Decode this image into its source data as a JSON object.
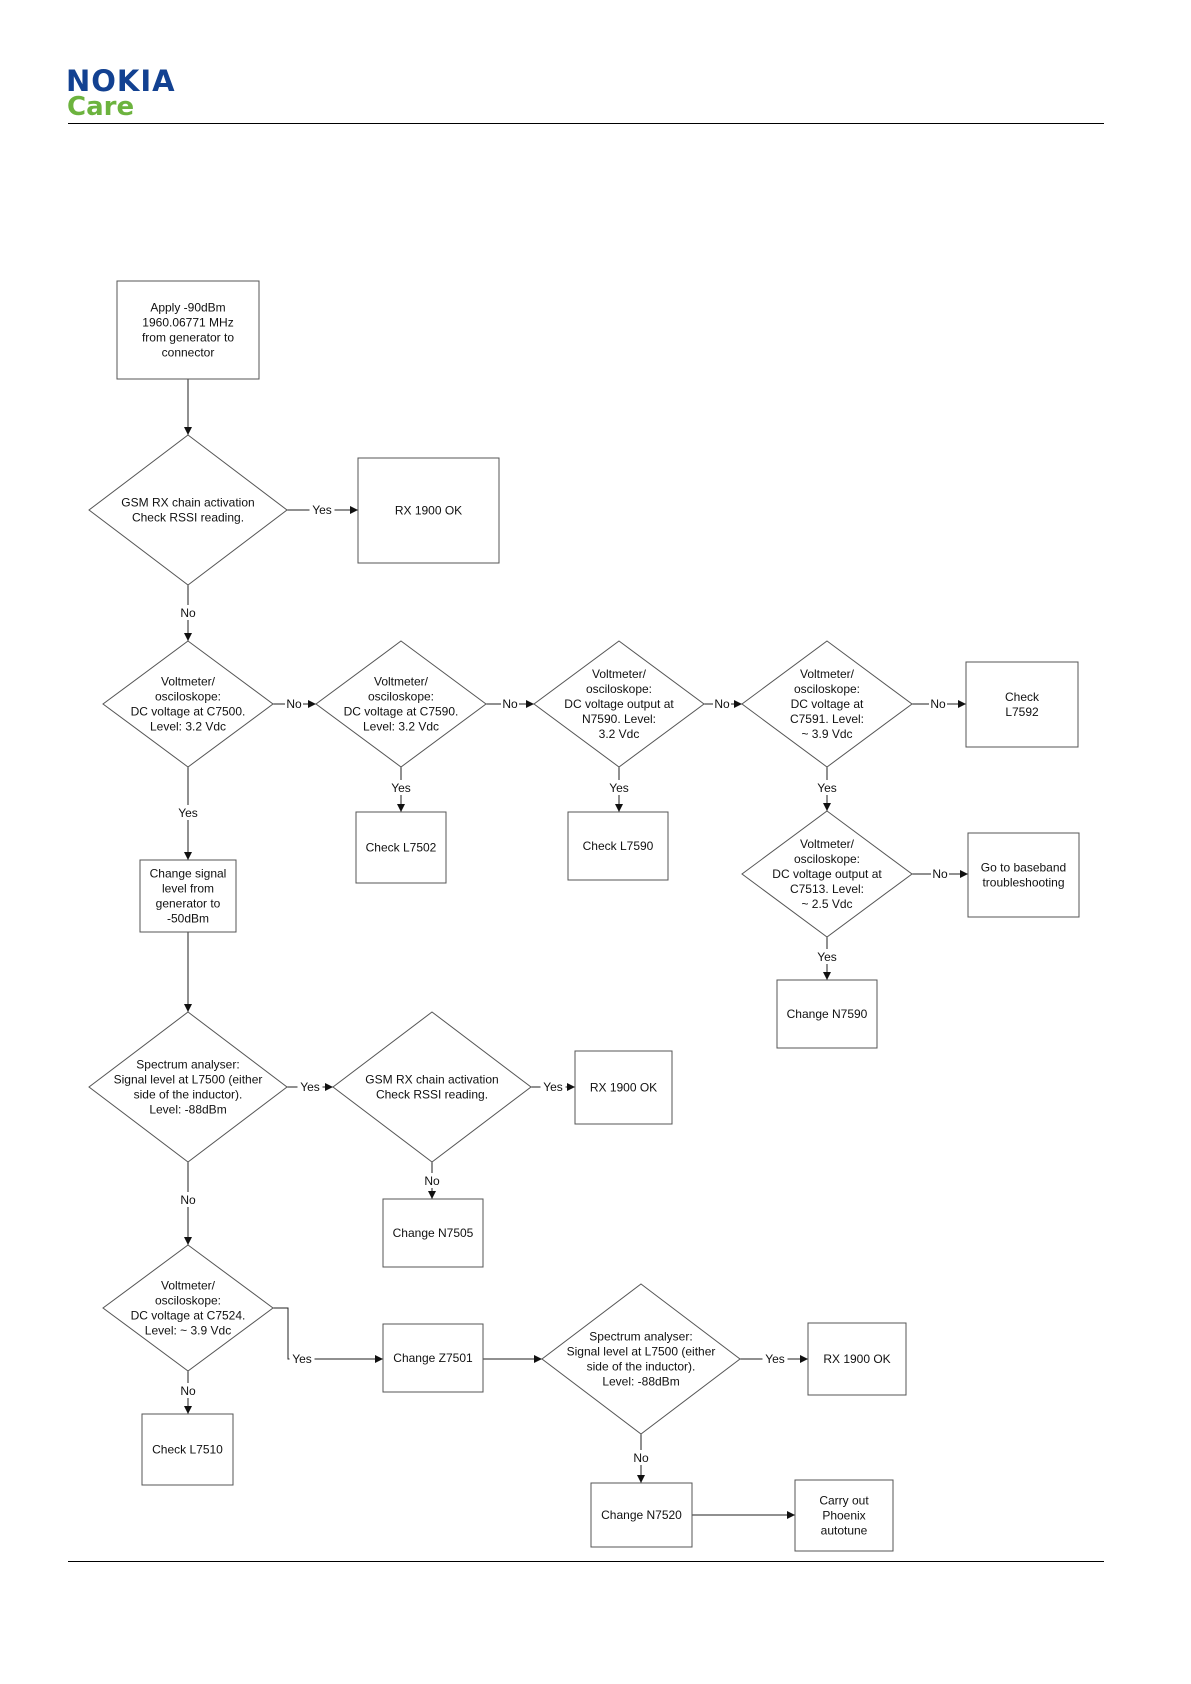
{
  "header": {
    "brand": "NOKIA",
    "sub_brand": "Care",
    "brand_color": "#124191",
    "sub_brand_color": "#6cb33e"
  },
  "flowchart": {
    "nodes": [
      {
        "id": "n1",
        "shape": "rect",
        "lines": [
          "Apply -90dBm",
          "1960.06771 MHz",
          "from generator to",
          "connector"
        ]
      },
      {
        "id": "d1",
        "shape": "diamond",
        "lines": [
          "GSM RX chain activation",
          "Check RSSI reading."
        ]
      },
      {
        "id": "ok1",
        "shape": "rect",
        "lines": [
          "RX 1900 OK"
        ]
      },
      {
        "id": "d2",
        "shape": "diamond",
        "lines": [
          "Voltmeter/",
          "osciloskope:",
          "DC voltage at C7500.",
          "Level: 3.2 Vdc"
        ]
      },
      {
        "id": "d3",
        "shape": "diamond",
        "lines": [
          "Voltmeter/",
          "osciloskope:",
          "DC voltage at C7590.",
          "Level: 3.2 Vdc"
        ]
      },
      {
        "id": "d4",
        "shape": "diamond",
        "lines": [
          "Voltmeter/",
          "osciloskope:",
          "DC voltage output at",
          "N7590. Level:",
          "3.2 Vdc"
        ]
      },
      {
        "id": "d5",
        "shape": "diamond",
        "lines": [
          "Voltmeter/",
          "osciloskope:",
          "DC voltage at",
          "C7591. Level:",
          "~ 3.9 Vdc"
        ]
      },
      {
        "id": "r5",
        "shape": "rect",
        "lines": [
          "Check",
          "L7592"
        ]
      },
      {
        "id": "r3",
        "shape": "rect",
        "lines": [
          "Check L7502"
        ]
      },
      {
        "id": "r4",
        "shape": "rect",
        "lines": [
          "Check L7590"
        ]
      },
      {
        "id": "d6",
        "shape": "diamond",
        "lines": [
          "Voltmeter/",
          "osciloskope:",
          "DC voltage output at",
          "C7513. Level:",
          "~ 2.5 Vdc"
        ]
      },
      {
        "id": "r6",
        "shape": "rect",
        "lines": [
          "Go to baseband",
          "troubleshooting"
        ]
      },
      {
        "id": "r7",
        "shape": "rect",
        "lines": [
          "Change N7590"
        ]
      },
      {
        "id": "r2",
        "shape": "rect",
        "lines": [
          "Change signal",
          "level from",
          "generator to",
          "-50dBm"
        ]
      },
      {
        "id": "d7",
        "shape": "diamond",
        "lines": [
          "Spectrum analyser:",
          "Signal level at L7500 (either",
          "side of the inductor).",
          "Level: -88dBm"
        ]
      },
      {
        "id": "d8",
        "shape": "diamond",
        "lines": [
          "GSM RX chain activation",
          "Check RSSI reading."
        ]
      },
      {
        "id": "ok2",
        "shape": "rect",
        "lines": [
          "RX 1900 OK"
        ]
      },
      {
        "id": "r8",
        "shape": "rect",
        "lines": [
          "Change N7505"
        ]
      },
      {
        "id": "d9",
        "shape": "diamond",
        "lines": [
          "Voltmeter/",
          "osciloskope:",
          "DC voltage at C7524.",
          "Level: ~ 3.9 Vdc"
        ]
      },
      {
        "id": "r9",
        "shape": "rect",
        "lines": [
          "Check L7510"
        ]
      },
      {
        "id": "r10",
        "shape": "rect",
        "lines": [
          "Change Z7501"
        ]
      },
      {
        "id": "d10",
        "shape": "diamond",
        "lines": [
          "Spectrum analyser:",
          "Signal level at L7500 (either",
          "side of the inductor).",
          "Level: -88dBm"
        ]
      },
      {
        "id": "ok3",
        "shape": "rect",
        "lines": [
          "RX 1900 OK"
        ]
      },
      {
        "id": "r11",
        "shape": "rect",
        "lines": [
          "Change N7520"
        ]
      },
      {
        "id": "r12",
        "shape": "rect",
        "lines": [
          "Carry out",
          "Phoenix",
          "autotune"
        ]
      }
    ],
    "edges": [
      {
        "from": "n1",
        "to": "d1",
        "label": ""
      },
      {
        "from": "d1",
        "to": "ok1",
        "label": "Yes"
      },
      {
        "from": "d1",
        "to": "d2",
        "label": "No"
      },
      {
        "from": "d2",
        "to": "d3",
        "label": "No"
      },
      {
        "from": "d3",
        "to": "d4",
        "label": "No"
      },
      {
        "from": "d4",
        "to": "d5",
        "label": "No"
      },
      {
        "from": "d5",
        "to": "r5",
        "label": "No"
      },
      {
        "from": "d3",
        "to": "r3",
        "label": "Yes"
      },
      {
        "from": "d4",
        "to": "r4",
        "label": "Yes"
      },
      {
        "from": "d5",
        "to": "d6",
        "label": "Yes"
      },
      {
        "from": "d6",
        "to": "r6",
        "label": "No"
      },
      {
        "from": "d6",
        "to": "r7",
        "label": "Yes"
      },
      {
        "from": "d2",
        "to": "r2",
        "label": "Yes"
      },
      {
        "from": "r2",
        "to": "d7",
        "label": ""
      },
      {
        "from": "d7",
        "to": "d8",
        "label": "Yes"
      },
      {
        "from": "d8",
        "to": "ok2",
        "label": "Yes"
      },
      {
        "from": "d8",
        "to": "r8",
        "label": "No"
      },
      {
        "from": "d7",
        "to": "d9",
        "label": "No"
      },
      {
        "from": "d9",
        "to": "r9",
        "label": "No"
      },
      {
        "from": "d9",
        "to": "r10",
        "label": "Yes"
      },
      {
        "from": "r10",
        "to": "d10",
        "label": ""
      },
      {
        "from": "d10",
        "to": "ok3",
        "label": "Yes"
      },
      {
        "from": "d10",
        "to": "r11",
        "label": "No"
      },
      {
        "from": "r11",
        "to": "r12",
        "label": ""
      }
    ]
  }
}
